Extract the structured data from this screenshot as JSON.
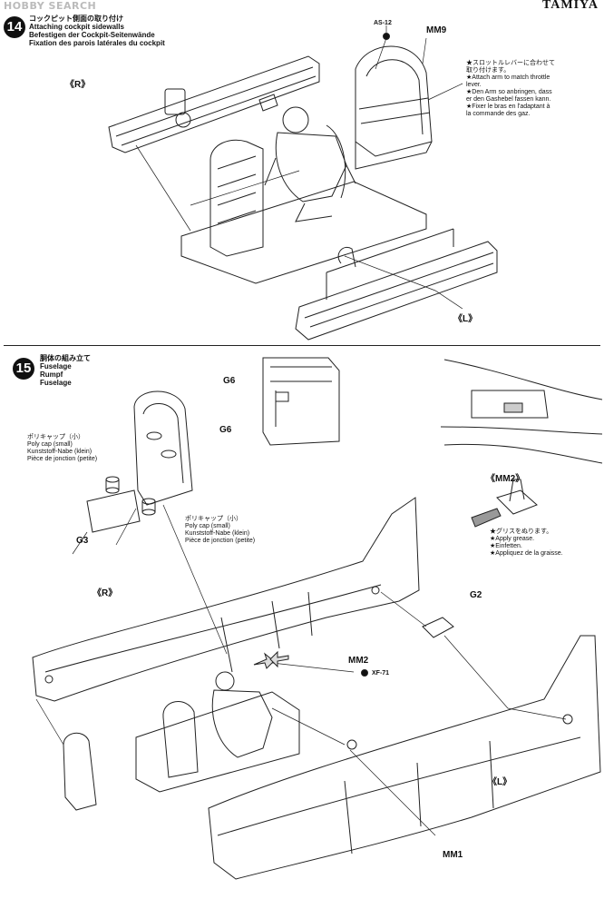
{
  "header": {
    "watermark": "HOBBY SEARCH",
    "brand": "TAMIYA"
  },
  "step14": {
    "number": "14",
    "title_ja": "コックピット側面の取り付け",
    "title_en": "Attaching cockpit sidewalls",
    "title_de": "Befestigen der Cockpit-Seitenwände",
    "title_fr": "Fixation des parois latérales du cockpit",
    "labels": {
      "left_side": "《R》",
      "right_side": "《L》",
      "part_mm9": "MM9",
      "part_as12": "AS-12"
    },
    "note": [
      "★スロットルレバーに合わせて",
      "取り付けます。",
      "★Attach arm to match throttle",
      "lever.",
      "★Den Arm so anbringen, dass",
      "er den Gashebel fassen kann.",
      "★Fixer le bras en l'adaptant à",
      "la commande des gaz."
    ]
  },
  "step15": {
    "number": "15",
    "title_ja": "胴体の組み立て",
    "title_en": "Fuselage",
    "title_de": "Rumpf",
    "title_fr": "Fuselage",
    "polycap_large": [
      "ポリキャップ（小）",
      "Poly cap (small)",
      "Kunststoff-Nabe (klein)",
      "Pièce de jonction (petite)"
    ],
    "polycap_small": [
      "ポリキャップ（小）",
      "Poly cap (small)",
      "Kunststoff-Nabe (klein)",
      "Pièce de jonction (petite)"
    ],
    "grease_note": [
      "★グリスをぬります。",
      "★Apply grease.",
      "★Einfetten.",
      "★Appliquez de la graisse."
    ],
    "labels": {
      "g6_top": "G6",
      "g6_mid": "G6",
      "g3": "G3",
      "mm2_inset": "《MM2》",
      "g2": "G2",
      "right_side": "《R》",
      "left_side": "《L》",
      "mm2": "MM2",
      "xf71": "XF-71",
      "mm1": "MM1"
    }
  }
}
